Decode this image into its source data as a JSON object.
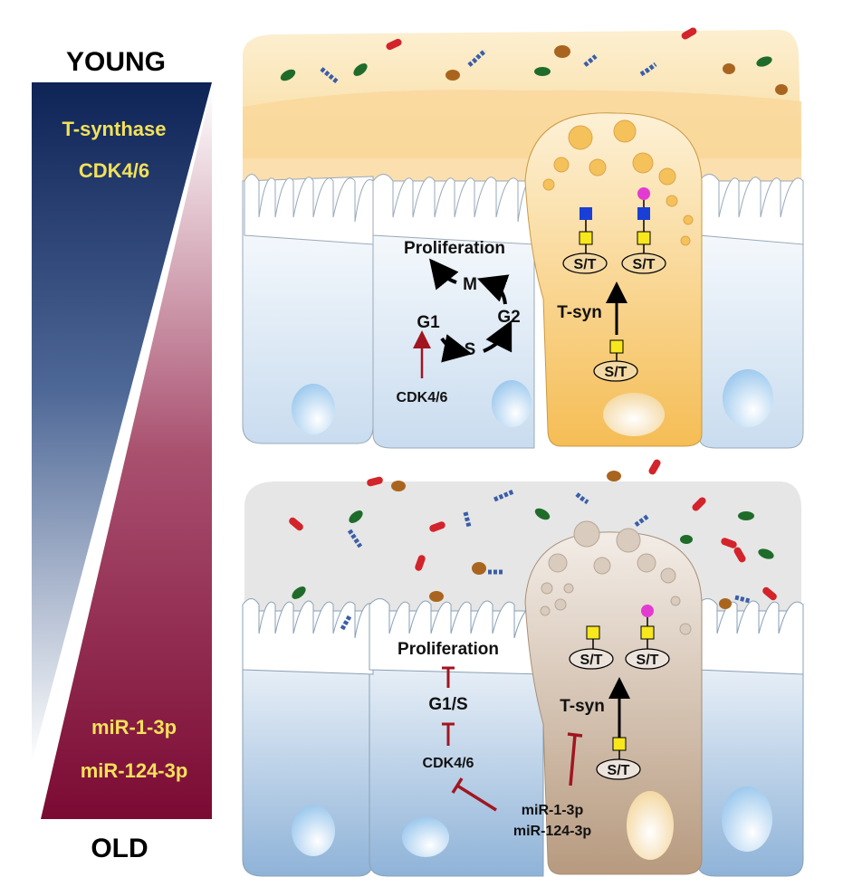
{
  "age_axis": {
    "top_label": "YOUNG",
    "bottom_label": "OLD",
    "young_markers": [
      "T-synthase",
      "CDK4/6"
    ],
    "old_markers": [
      "miR-1-3p",
      "miR-124-3p"
    ],
    "young_color": "#0e2356",
    "old_color": "#7b0a33",
    "marker_text_color": "#f3e15a"
  },
  "young_panel": {
    "cycle": {
      "title": "Proliferation",
      "phases": [
        "M",
        "G1",
        "G2",
        "S"
      ],
      "driver": "CDK4/6"
    },
    "glyco": {
      "site_label": "S/T",
      "enzyme": "T-syn"
    },
    "mucus_color": "#fbe7b8",
    "goblet_color": "#f7cc7a"
  },
  "old_panel": {
    "cycle": {
      "title": "Proliferation",
      "checkpoint": "G1/S",
      "driver": "CDK4/6"
    },
    "glyco": {
      "site_label": "S/T",
      "enzyme": "T-syn"
    },
    "mirnas": [
      "miR-1-3p",
      "miR-124-3p"
    ],
    "mucus_color": "#e6e6e6",
    "goblet_color": "#cdb49b"
  }
}
